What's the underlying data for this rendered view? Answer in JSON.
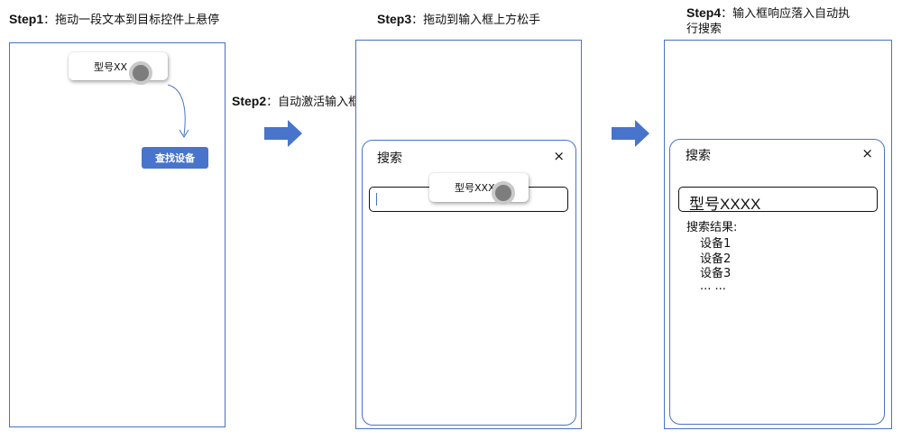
{
  "steps": {
    "step1": {
      "label": "Step1",
      "text": "：拖动一段文本到目标控件上悬停"
    },
    "step2": {
      "label": "Step2",
      "text": "：自动激活输入框"
    },
    "step3": {
      "label": "Step3",
      "text": "：拖动到输入框上方松手"
    },
    "step4": {
      "label": "Step4",
      "text": "：输入框响应落入自动执",
      "text_line2": "行搜索"
    }
  },
  "drag_text": "型号XXXX",
  "drag_text_partial_1": "型号XX",
  "drag_text_partial_3": "型号XXX",
  "find_button_label": "查找设备",
  "search_panel": {
    "title": "搜索",
    "close_symbol": "×"
  },
  "search_value": "型号XXXX",
  "results": {
    "title": "搜索结果:",
    "items": [
      "设备1",
      "设备2",
      "设备3",
      "... ..."
    ]
  },
  "colors": {
    "accent": "#4874cc",
    "border": "#4a72c4",
    "arrow": "#4874cc"
  },
  "icons": {
    "close": "close-icon",
    "touch": "touch-point-icon",
    "arrow": "right-arrow-icon"
  }
}
